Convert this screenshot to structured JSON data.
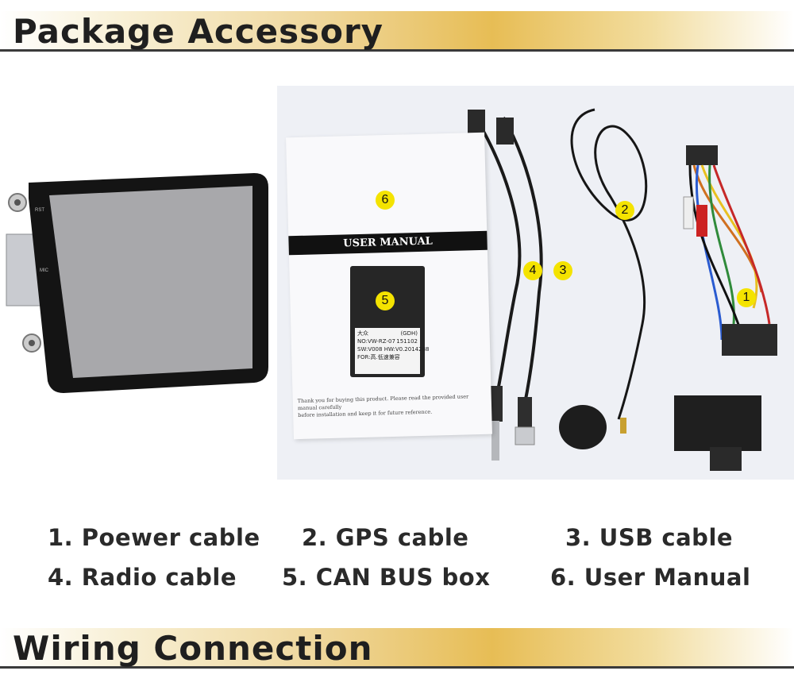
{
  "top_banner": {
    "title": "Package Accessory"
  },
  "bottom_banner": {
    "title": "Wiring Connection"
  },
  "manual": {
    "title": "USER MANUAL",
    "note_line1": "Thank you for buying this product. Please read the provided user manual carefully",
    "note_line2": "before installation and keep it for future reference."
  },
  "canbox": {
    "brand": "大众",
    "code": "(GDH)",
    "no": "NO:VW-RZ-07",
    "date": "151102",
    "sw": "SW:V008  HW:V0.2",
    "serial": "014288",
    "for": "FOR:高.低速兼容"
  },
  "markers": [
    "1",
    "2",
    "3",
    "4",
    "5",
    "6"
  ],
  "captions": [
    "1. Poewer cable",
    "2. GPS cable",
    "3. USB cable",
    "4. Radio cable",
    "5. CAN BUS box",
    "6.  User Manual"
  ],
  "unit_labels": {
    "rst": "RST",
    "mic": "MIC"
  },
  "colors": {
    "marker": "#f4e300",
    "banner_gold": "#e7bd55",
    "rule": "#3a3a3a"
  }
}
